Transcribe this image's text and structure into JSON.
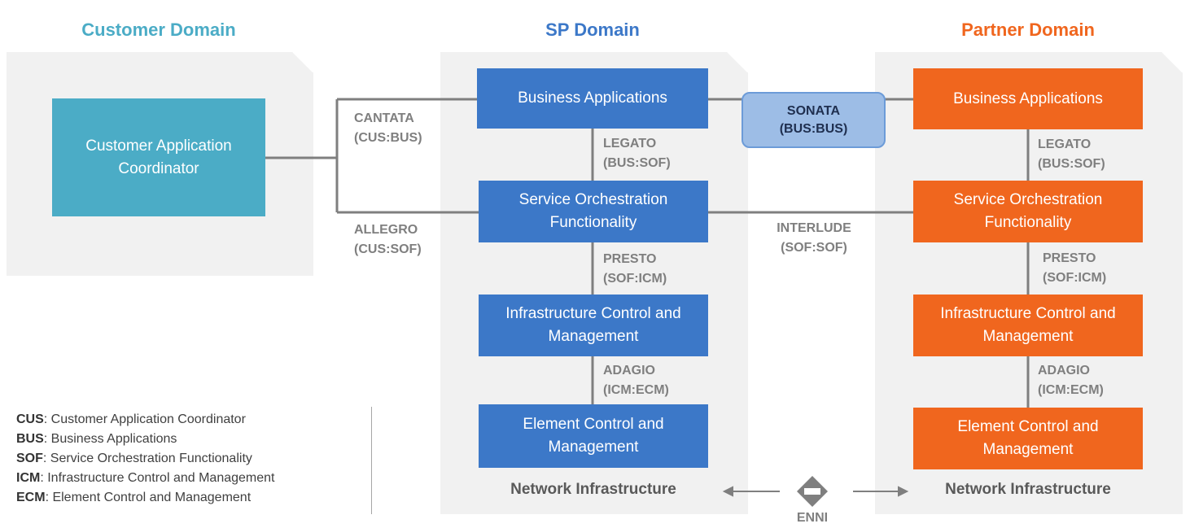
{
  "domains": {
    "customer": {
      "title": "Customer Domain",
      "app": "Customer Application Coordinator"
    },
    "sp": {
      "title": "SP Domain",
      "bus": "Business Applications",
      "sof": "Service Orchestration Functionality",
      "icm": "Infrastructure Control and Management",
      "ecm": "Element Control and Management",
      "network": "Network Infrastructure"
    },
    "partner": {
      "title": "Partner Domain",
      "bus": "Business Applications",
      "sof": "Service Orchestration Functionality",
      "icm": "Infrastructure Control and Management",
      "ecm": "Element Control and Management",
      "network": "Network Infrastructure"
    }
  },
  "interfaces": {
    "cantata": {
      "name": "CANTATA",
      "ref": "(CUS:BUS)"
    },
    "allegro": {
      "name": "ALLEGRO",
      "ref": "(CUS:SOF)"
    },
    "sonata": {
      "name": "SONATA",
      "ref": "(BUS:BUS)"
    },
    "interlude": {
      "name": "INTERLUDE",
      "ref": "(SOF:SOF)"
    },
    "legato": {
      "name": "LEGATO",
      "ref": "(BUS:SOF)"
    },
    "presto": {
      "name": "PRESTO",
      "ref": "(SOF:ICM)"
    },
    "adagio": {
      "name": "ADAGIO",
      "ref": "(ICM:ECM)"
    }
  },
  "enni": "ENNI",
  "legend": [
    {
      "abbr": "CUS",
      "text": ": Customer Application Coordinator"
    },
    {
      "abbr": "BUS",
      "text": ": Business Applications"
    },
    {
      "abbr": "SOF",
      "text": ": Service Orchestration Functionality"
    },
    {
      "abbr": "ICM",
      "text": ": Infrastructure Control and Management"
    },
    {
      "abbr": "ECM",
      "text": ": Element Control and Management"
    }
  ],
  "colors": {
    "customer": "#4bacc6",
    "sp": "#3c78c8",
    "partner": "#f0661e",
    "sonata_highlight": "#9dbde6",
    "interface_label": "#7f7f7f"
  }
}
